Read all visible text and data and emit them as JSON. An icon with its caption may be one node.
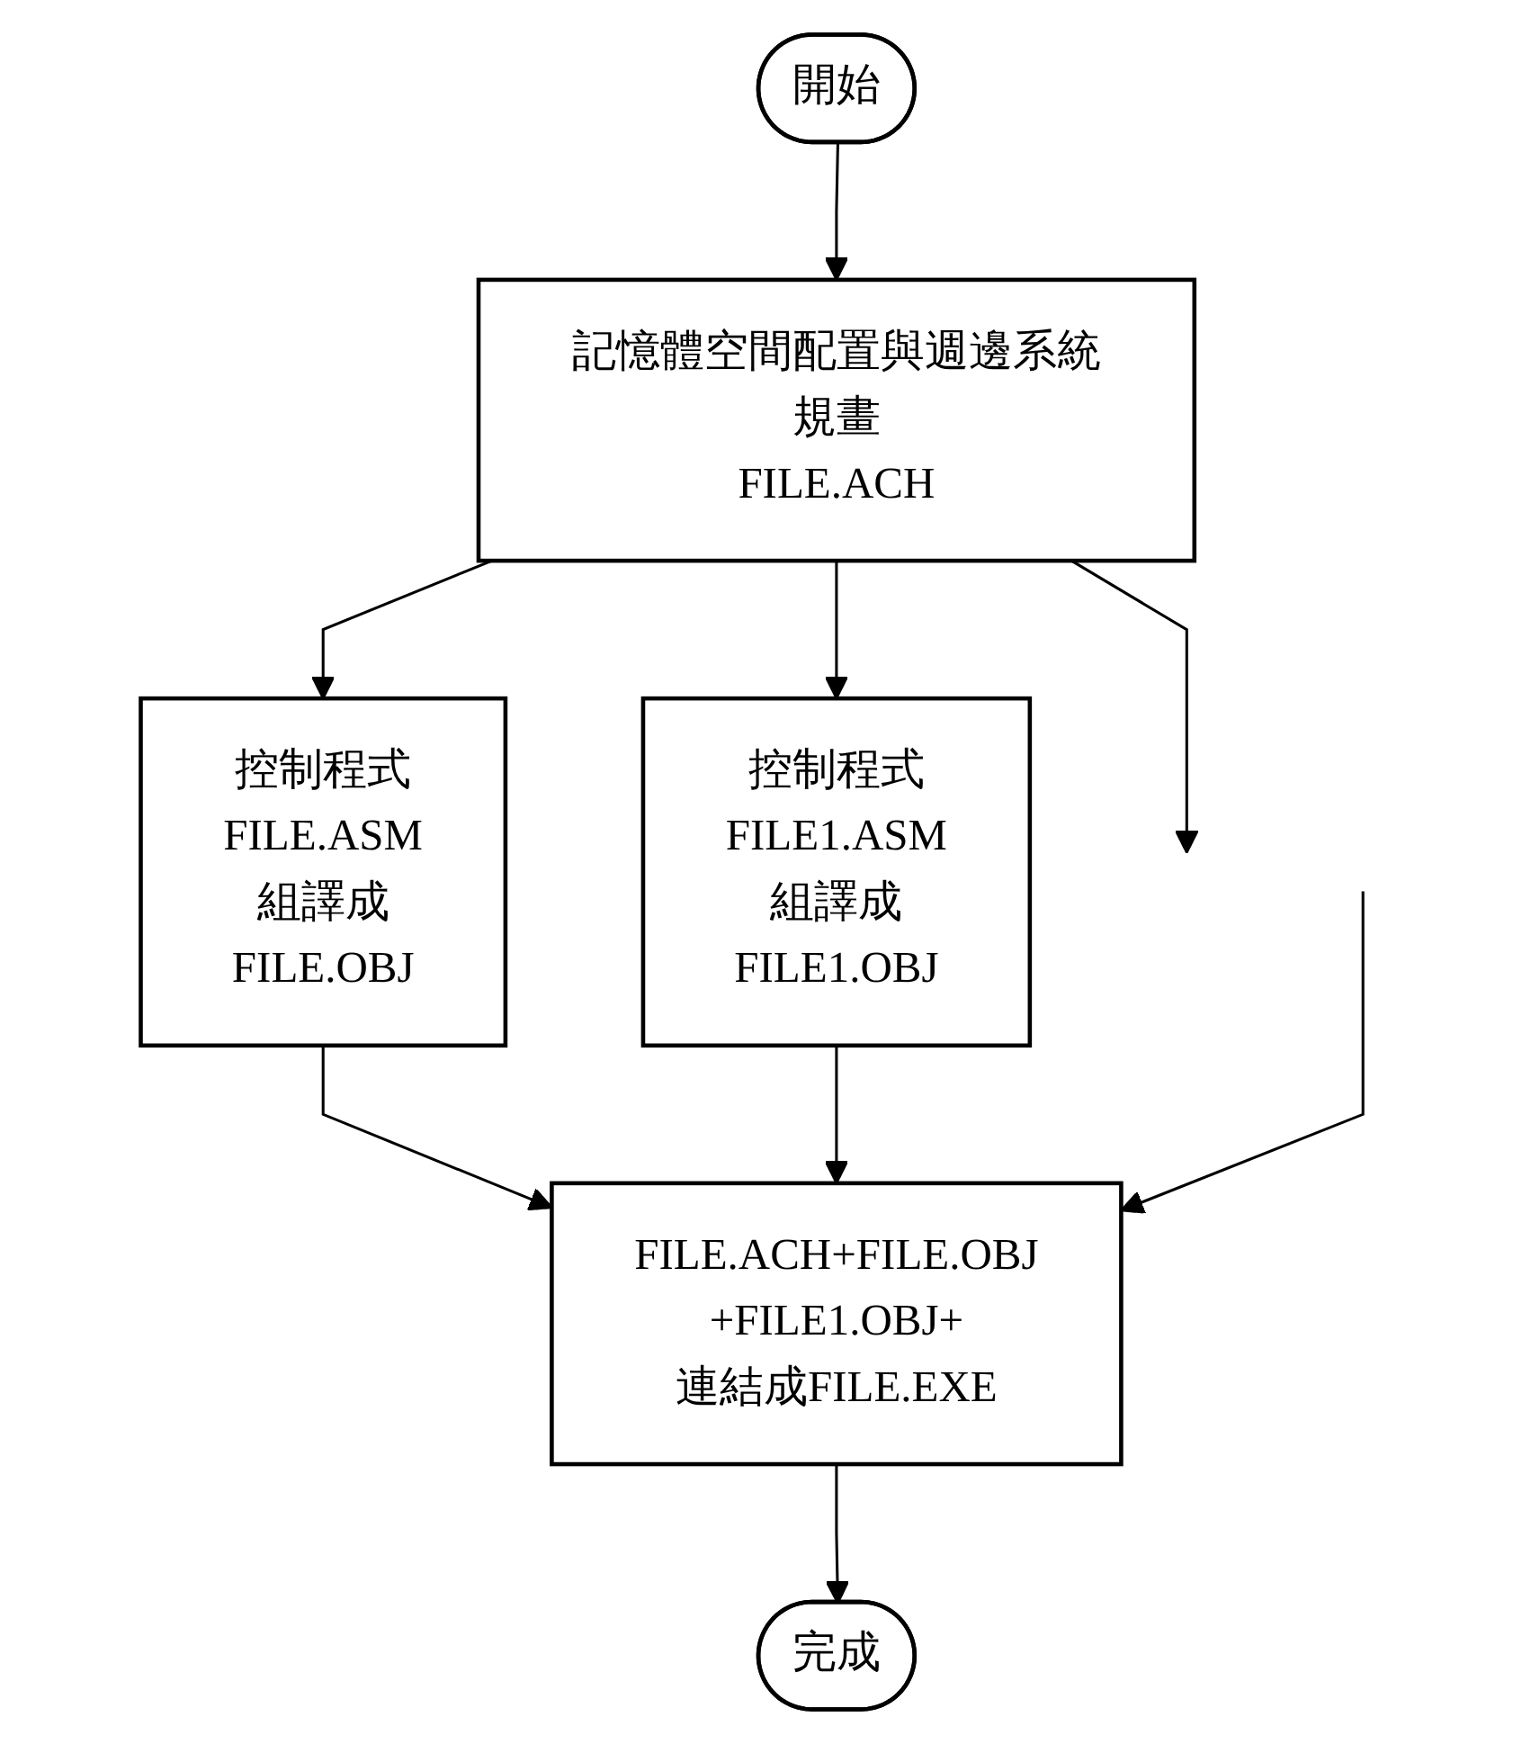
{
  "diagram": {
    "nodes": [
      {
        "text": [
          "開始"
        ]
      },
      {
        "text": [
          "記憶體空間配置與週邊系統規畫 FILE.ACH"
        ]
      },
      {
        "text": [
          "控制程式 FILE.ASM 組譯成 FILE.OBJ"
        ]
      },
      {
        "text": [
          "控制程式 FILE1.ASM 組譯成 FILE1.OBJ"
        ]
      },
      {
        "text": [
          "FILE.ACH+FILE.OBJ +FILE1.OBJ+ 連結成FILE.EXE"
        ]
      },
      {
        "text": [
          "完成"
        ]
      }
    ],
    "edges": [
      {
        "from": 0,
        "to": 1,
        "arrow": "to"
      },
      {
        "from": 1,
        "to": 2,
        "arrow": "to"
      },
      {
        "from": 1,
        "to": 3,
        "arrow": "to"
      },
      {
        "from": 1,
        "to": null,
        "arrow": "to"
      },
      {
        "from": 2,
        "to": 4,
        "arrow": "to"
      },
      {
        "from": 3,
        "to": 4,
        "arrow": "to"
      },
      {
        "from": null,
        "to": 4,
        "arrow": "to"
      },
      {
        "from": 4,
        "to": 5,
        "arrow": "to"
      }
    ]
  }
}
